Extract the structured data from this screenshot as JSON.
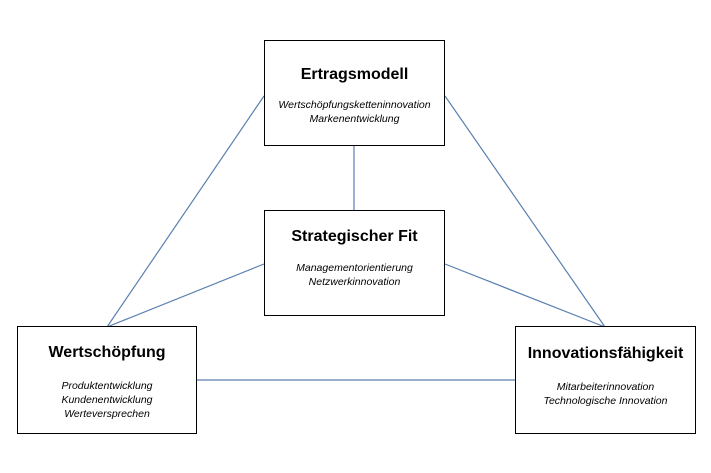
{
  "diagram": {
    "line_color": "#5a7fb0",
    "nodes": {
      "ertragsmodell": {
        "title": "Ertragsmodell",
        "items": [
          "Wertschöpfungsketteninnovation",
          "Markenentwicklung"
        ]
      },
      "strategischer_fit": {
        "title": "Strategischer Fit",
        "items": [
          "Managementorientierung",
          "Netzwerkinnovation"
        ]
      },
      "wertschoepfung": {
        "title": "Wertschöpfung",
        "items": [
          "Produktentwicklung",
          "Kundenentwicklung",
          "Werteversprechen"
        ]
      },
      "innovationsfaehigkeit": {
        "title": "Innovationsfähigkeit",
        "items": [
          "Mitarbeiterinnovation",
          "Technologische Innovation"
        ]
      }
    },
    "edges": [
      {
        "from": "ertragsmodell",
        "to": "wertschoepfung"
      },
      {
        "from": "ertragsmodell",
        "to": "innovationsfaehigkeit"
      },
      {
        "from": "ertragsmodell",
        "to": "strategischer_fit"
      },
      {
        "from": "strategischer_fit",
        "to": "wertschoepfung"
      },
      {
        "from": "strategischer_fit",
        "to": "innovationsfaehigkeit"
      },
      {
        "from": "wertschoepfung",
        "to": "innovationsfaehigkeit"
      }
    ]
  }
}
